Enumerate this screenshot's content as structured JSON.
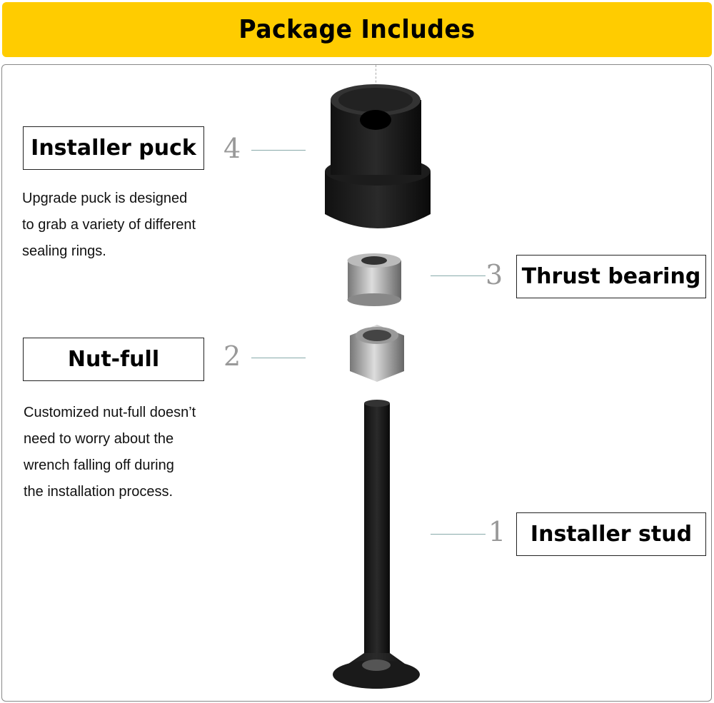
{
  "title": "Package Includes",
  "parts": [
    {
      "number": "4",
      "name": "Installer puck",
      "description": [
        "Upgrade puck is designed",
        "to grab a variety of different",
        "sealing rings."
      ]
    },
    {
      "number": "3",
      "name": "Thrust bearing"
    },
    {
      "number": "2",
      "name": "Nut-full",
      "description": [
        "Customized nut-full doesn’t",
        "need to worry about the",
        "wrench falling off during",
        "the installation process."
      ]
    },
    {
      "number": "1",
      "name": "Installer stud"
    }
  ],
  "colors": {
    "banner": "#FFCC00"
  }
}
